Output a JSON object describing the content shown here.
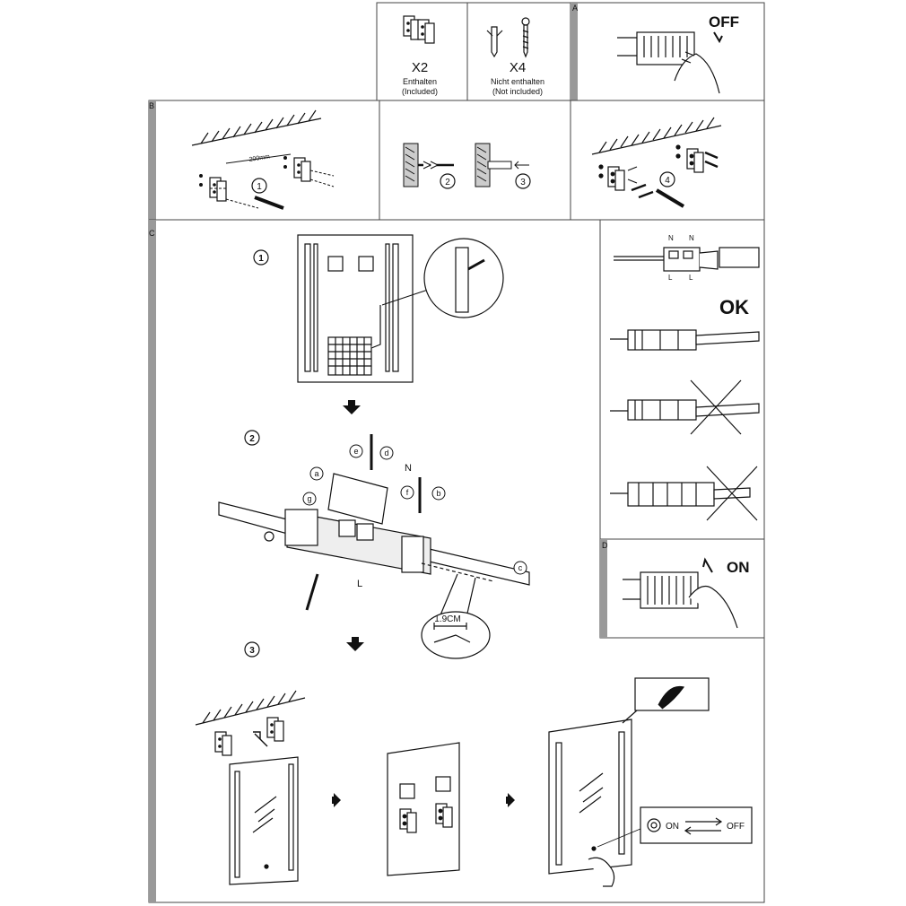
{
  "parts": {
    "bracket_count": "X2",
    "bracket_included_de": "Enthalten",
    "bracket_included_en": "(Included)",
    "anchor_count": "X4",
    "anchor_included_de": "Nicht enthalten",
    "anchor_included_en": "(Not included)"
  },
  "sections": {
    "a": "A",
    "b": "B",
    "c": "C",
    "d": "D"
  },
  "power": {
    "off_label": "OFF",
    "on_label": "ON"
  },
  "mount": {
    "spacing_label": "200mm",
    "step1": "1",
    "step2": "2",
    "step3": "3",
    "step4": "4"
  },
  "install": {
    "step1": "1",
    "step2": "2",
    "step3": "3",
    "callout_a": "a",
    "callout_b": "b",
    "callout_c": "c",
    "callout_d": "d",
    "callout_e": "e",
    "callout_f": "f",
    "callout_g": "g",
    "neutral": "N",
    "live": "L",
    "strip_length": "1.9CM"
  },
  "terminal": {
    "n1": "N",
    "n2": "N",
    "l1": "L",
    "l2": "L",
    "ok_label": "OK"
  },
  "switch": {
    "on": "ON",
    "off": "OFF"
  }
}
